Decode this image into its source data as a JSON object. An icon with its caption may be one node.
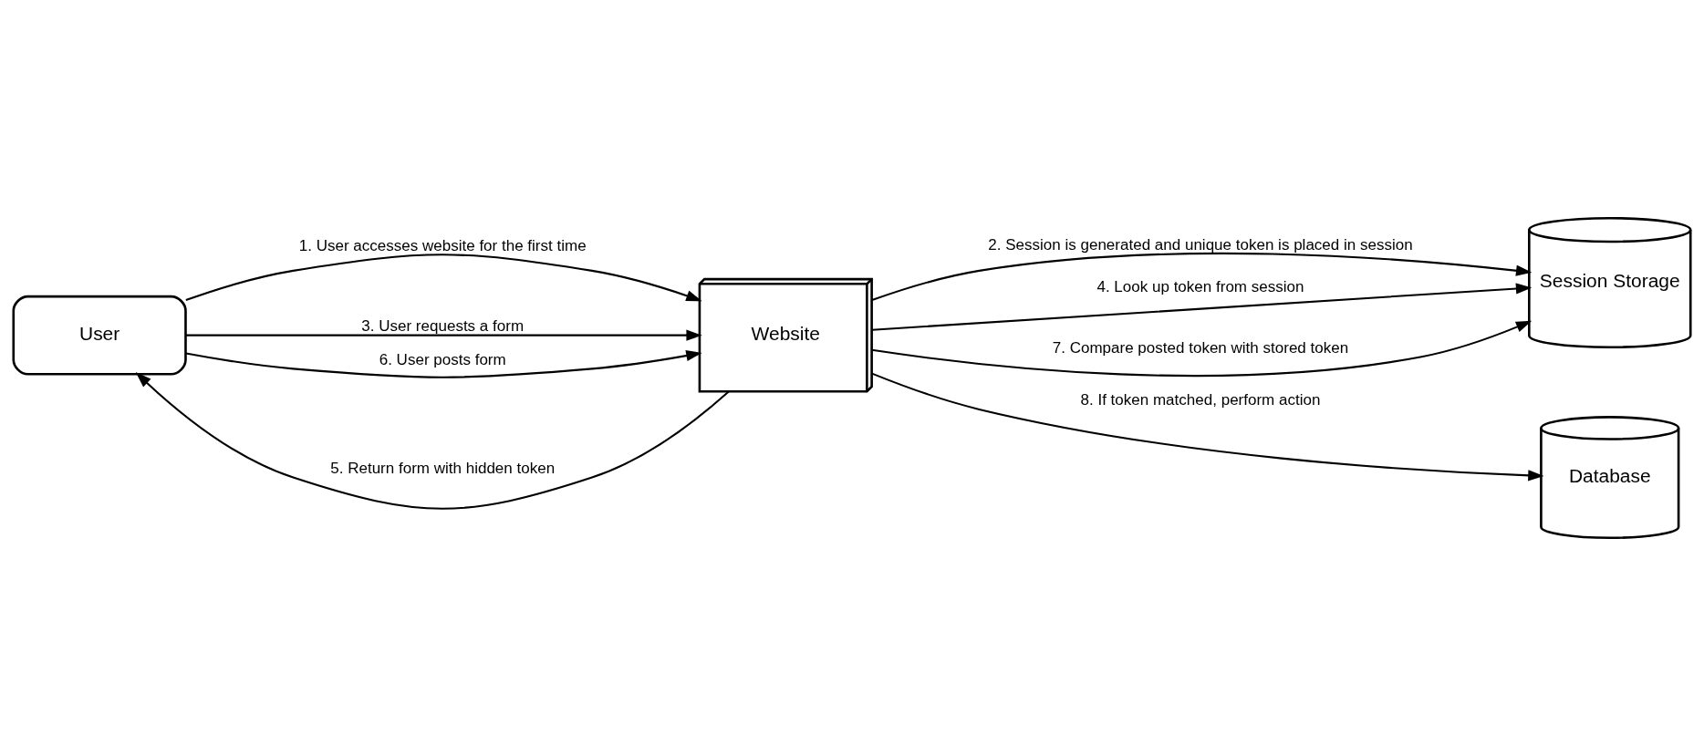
{
  "diagram": {
    "nodes": [
      {
        "text": [
          "User"
        ]
      },
      {
        "text": [
          "Website"
        ]
      },
      {
        "text": [
          "Session Storage"
        ]
      },
      {
        "text": [
          "Database"
        ]
      }
    ],
    "edges": [
      {
        "from": 0,
        "to": 1,
        "arrow": "to",
        "label": "1. User accesses website for the first time"
      },
      {
        "from": 1,
        "to": 2,
        "arrow": "to",
        "label": "2. Session is generated and unique token is placed in session"
      },
      {
        "from": 0,
        "to": 1,
        "arrow": "to",
        "label": "3. User requests a form"
      },
      {
        "from": 1,
        "to": 2,
        "arrow": "to",
        "label": "4. Look up token from session"
      },
      {
        "from": 1,
        "to": 0,
        "arrow": "to",
        "label": "5. Return form with hidden token"
      },
      {
        "from": 0,
        "to": 1,
        "arrow": "to",
        "label": "6. User posts form"
      },
      {
        "from": 1,
        "to": 2,
        "arrow": "to",
        "label": "7. Compare posted token with stored token"
      },
      {
        "from": 1,
        "to": 3,
        "arrow": "to",
        "label": "8. If token matched, perform action"
      }
    ]
  }
}
